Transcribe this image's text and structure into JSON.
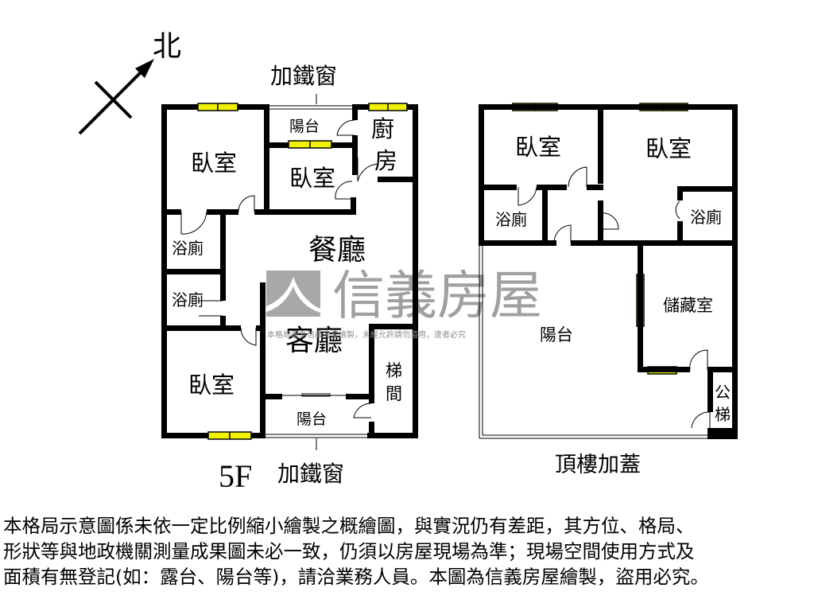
{
  "north": {
    "label": "北"
  },
  "floor_5f": {
    "floor_label": "5F",
    "top_window_note": "加鐵窗",
    "bottom_window_note": "加鐵窗",
    "rooms": {
      "bedroom_nw": "臥室",
      "balcony_top": "陽台",
      "bedroom_mid": "臥室",
      "kitchen_1": "廚",
      "kitchen_2": "房",
      "bath_1": "浴廁",
      "bath_2": "浴廁",
      "dining": "餐廳",
      "living": "客廳",
      "bedroom_sw": "臥室",
      "stair_1": "梯",
      "stair_2": "間",
      "balcony_bottom": "陽台"
    }
  },
  "rooftop": {
    "label": "頂樓加蓋",
    "rooms": {
      "bedroom_left": "臥室",
      "bedroom_right": "臥室",
      "bath_left": "浴廁",
      "bath_right": "浴廁",
      "storage": "儲藏室",
      "balcony": "陽台",
      "public_stair_1": "公",
      "public_stair_2": "梯"
    }
  },
  "watermark": {
    "brand": "信義房屋",
    "notice": "本格局圖為信義房屋繪製，未經允許請勿盜用，違者必究"
  },
  "disclaimer": [
    "本格局示意圖係未依一定比例縮小繪製之概繪圖，與實況仍有差距，其方位、格局、",
    "形狀等與地政機關測量成果圖未必一致，仍須以房屋現場為準；現場空間使用方式及",
    "面積有無登記(如：露台、陽台等)，請洽業務人員。本圖為信義房屋繪製，盜用必究。"
  ],
  "colors": {
    "wall": "#000000",
    "window": "#f2f200",
    "watermark": "#a0a0a0"
  }
}
